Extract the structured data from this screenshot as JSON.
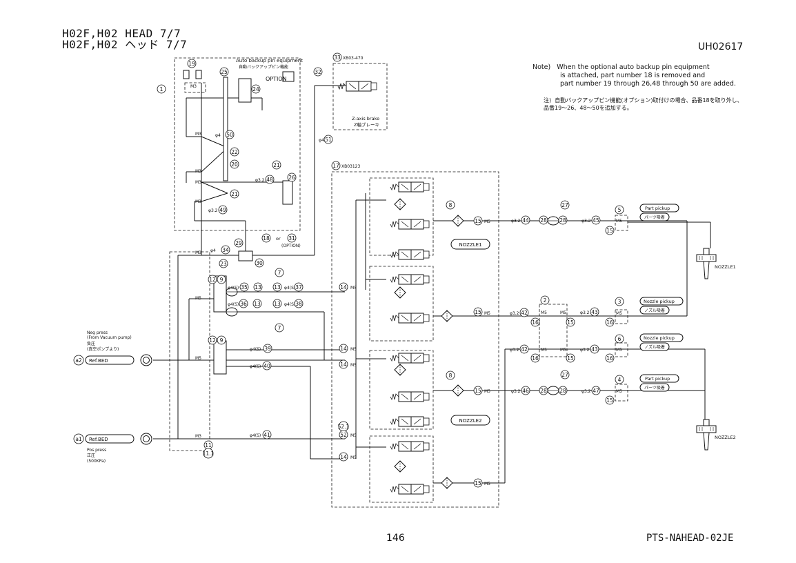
{
  "header": {
    "title_line1": "H02F,H02 HEAD  7/7",
    "title_line2": "H02F,H02 ヘッド  7/7",
    "doc_id": "UH02617"
  },
  "note": {
    "label": "Note)",
    "line1": "When the optional auto backup pin equipment",
    "line2": "is attached, part number 18 is removed and",
    "line3": "part number 19 through 26,48 through 50 are added.",
    "jp_label": "注)",
    "jp_line1": "自動バックアップピン機能(オプション)取付けの場合、品番18を取り外し、",
    "jp_line2": "品番19～26、48～50を追加する。"
  },
  "footer": {
    "page_number": "146",
    "code": "PTS-NAHEAD-02JE"
  },
  "diagram": {
    "auto_backup_en": "Auto backup pin equipment",
    "auto_backup_jp": "自動バックアップピン機能",
    "option": "OPTION",
    "z_brake_code": "XB03-470",
    "z_brake_en": "Z-axis brake",
    "z_brake_jp": "Z軸ブレーキ",
    "valve_block_code": "XB03123",
    "nozzle1": "NOZZLE1",
    "nozzle2": "NOZZLE2",
    "part_pickup_en": "Part pickup",
    "part_pickup_jp": "パーツ吸着",
    "nozzle_pickup_en": "Nozzle pickup",
    "nozzle_pickup_jp": "ノズル吸着",
    "or": "or",
    "option_paren": "(OPTION)",
    "neg_press_en": "Neg press",
    "neg_press_src": "(From Vacuum pump)",
    "neg_press_jp": "負圧",
    "neg_press_jp_src": "(真空ポンプより)",
    "pos_press_en": "Pos press",
    "pos_press_jp": "正圧",
    "pos_press_val": "(500KPa)",
    "ref_bed": "Ref.BED",
    "port_a2": "a2",
    "port_a1": "a1",
    "m3": "M3",
    "m5": "M5",
    "d4": "φ4",
    "d32": "φ3.2",
    "d4s": "φ4(S)"
  }
}
